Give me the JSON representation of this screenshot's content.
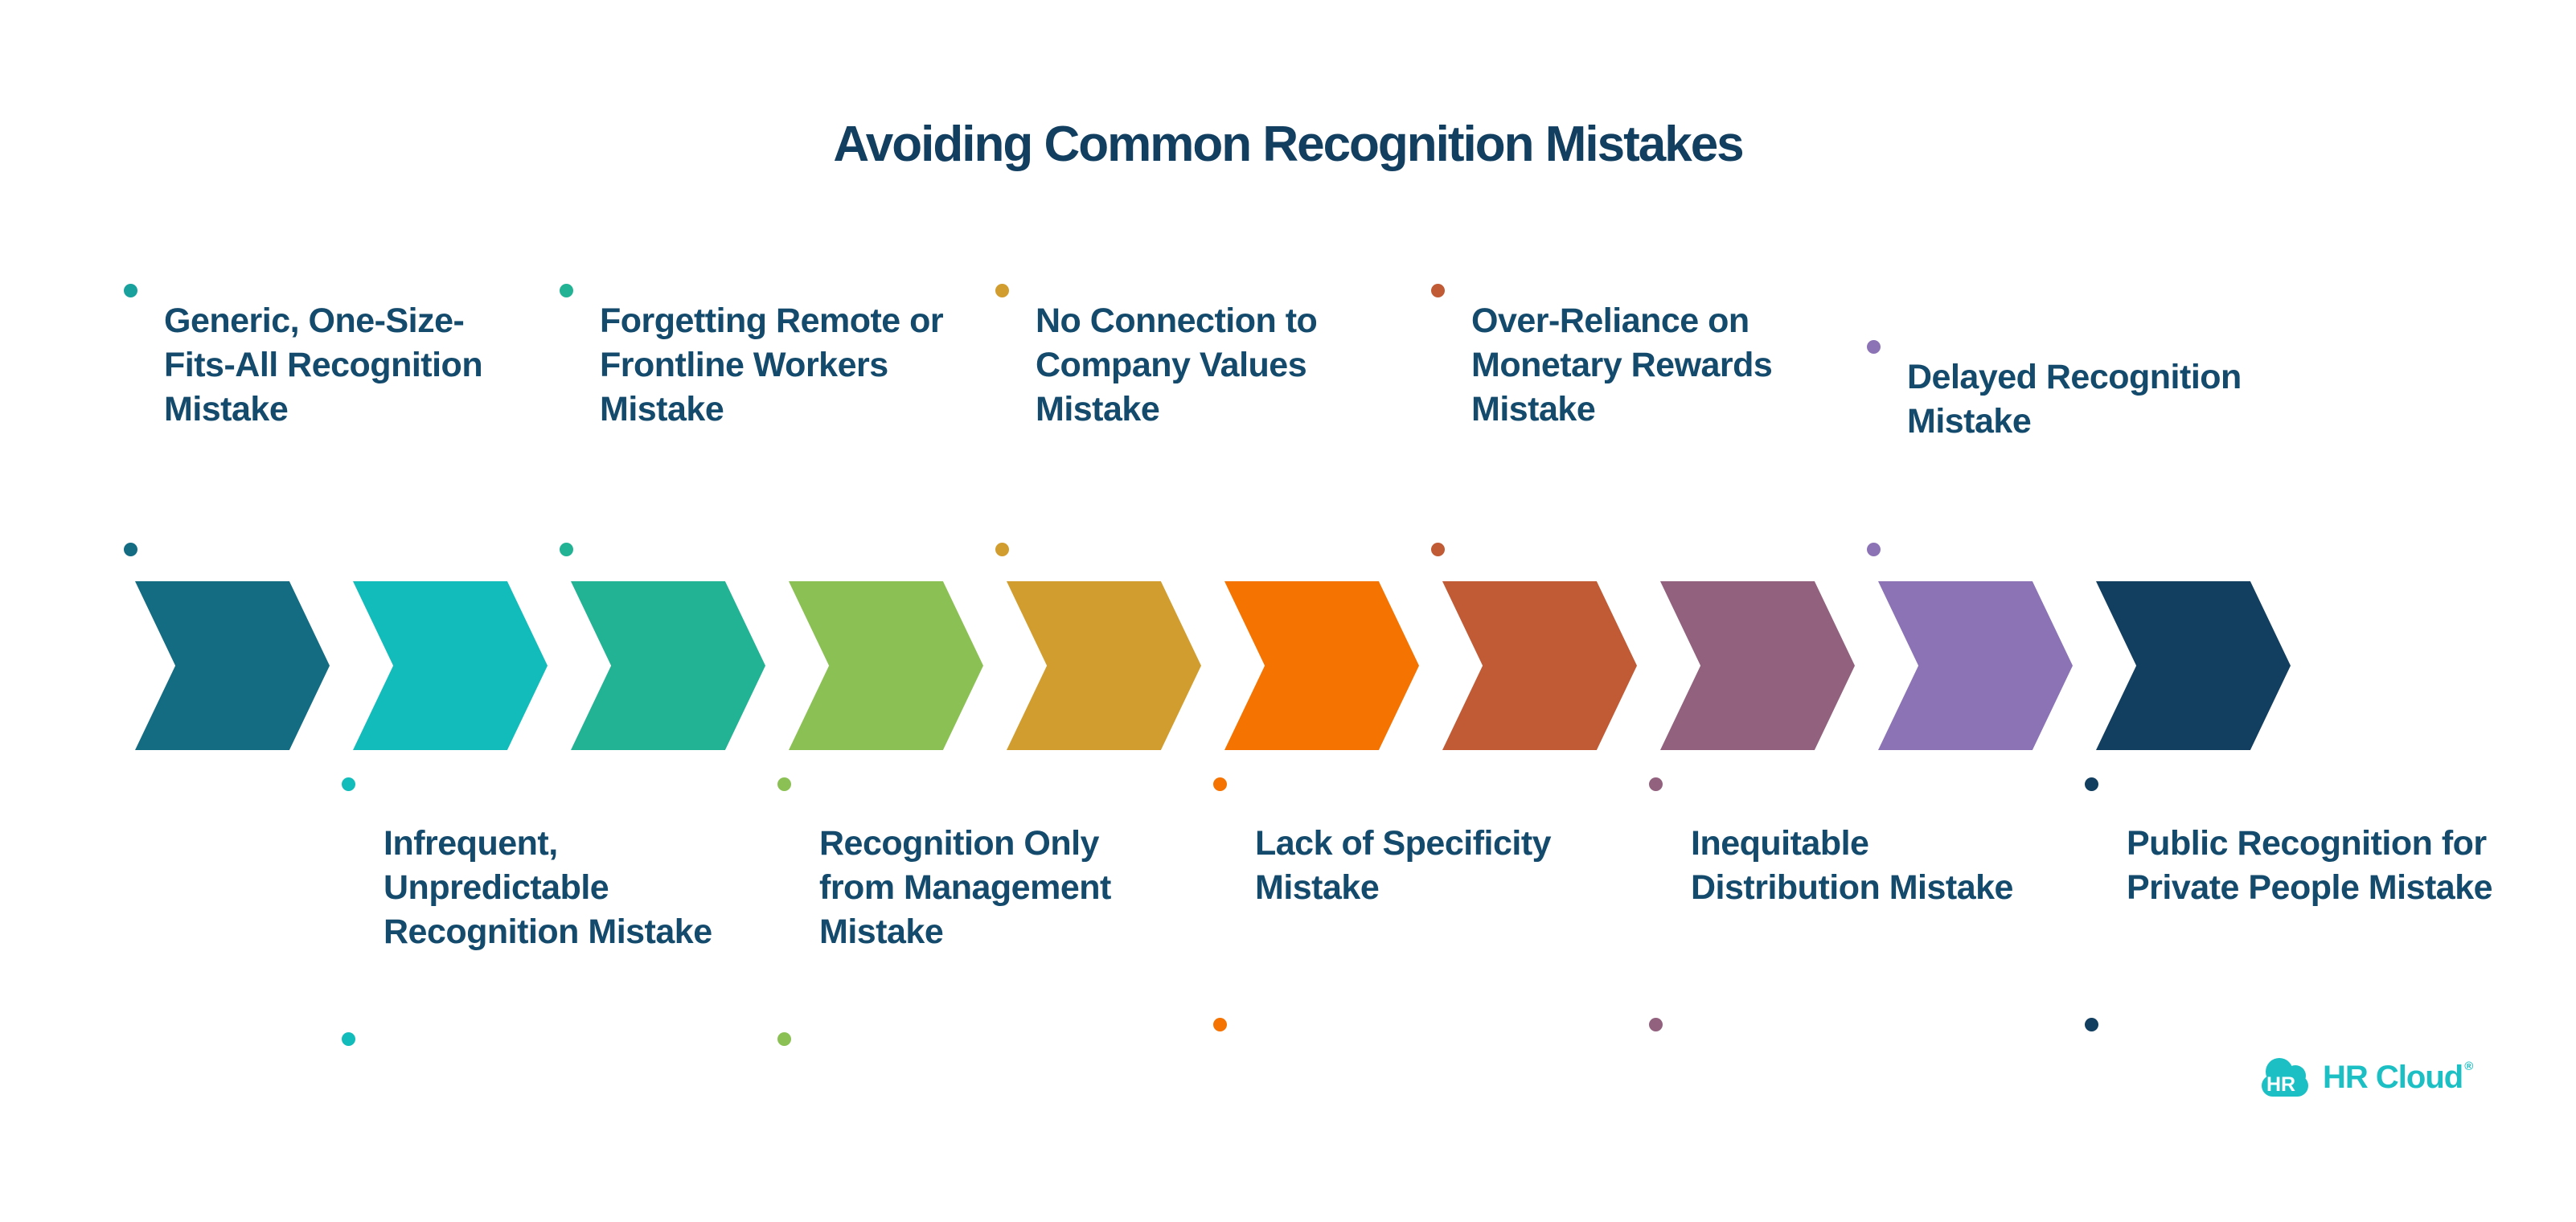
{
  "title": "Avoiding Common Recognition Mistakes",
  "colors": {
    "background": "#FFFFFF",
    "title_text": "#123E60",
    "label_text": "#144A6C"
  },
  "brand": {
    "cloud_text": "HR",
    "name": "HR Cloud",
    "registered": "®",
    "color": "#1CC0C4"
  },
  "steps": [
    {
      "label": "Generic, One-Size-\nFits-All Recognition\nMistake",
      "side": "top",
      "color": "#146C83",
      "label_dot_color": "#18A19D"
    },
    {
      "label": "Infrequent,\nUnpredictable\nRecognition Mistake",
      "side": "bottom",
      "color": "#12BCBA"
    },
    {
      "label": "Forgetting Remote or\nFrontline Workers\nMistake",
      "side": "top",
      "color": "#22B294"
    },
    {
      "label": "Recognition Only\nfrom Management\nMistake",
      "side": "bottom",
      "color": "#8BC154"
    },
    {
      "label": "No Connection to\nCompany Values\nMistake",
      "side": "top",
      "color": "#D19D2F"
    },
    {
      "label": "Lack of Specificity\nMistake",
      "side": "bottom",
      "color": "#F57300"
    },
    {
      "label": "Over-Reliance on\nMonetary Rewards\nMistake",
      "side": "top",
      "color": "#C05B36"
    },
    {
      "label": "Inequitable\nDistribution Mistake",
      "side": "bottom",
      "color": "#92617E"
    },
    {
      "label": "Delayed Recognition\nMistake",
      "side": "top",
      "color": "#8B73B6"
    },
    {
      "label": "Public Recognition for\nPrivate People Mistake",
      "side": "bottom",
      "color": "#123F5F"
    }
  ]
}
